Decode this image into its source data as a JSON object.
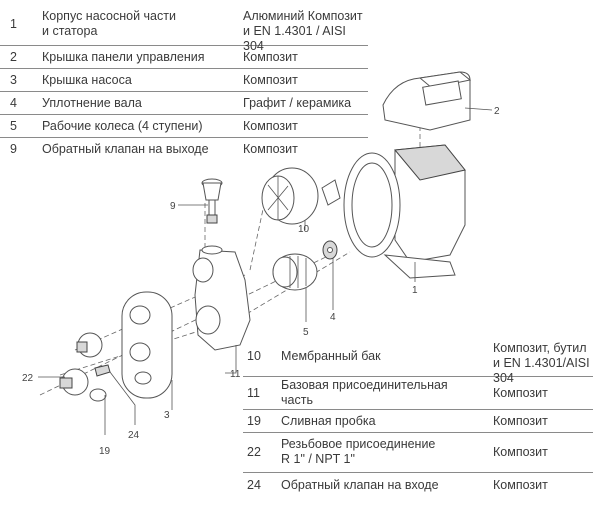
{
  "top_table": {
    "rows": [
      {
        "num": "1",
        "name_lines": [
          "Корпус насосной части",
          "и статора"
        ],
        "material_lines": [
          "Алюминий Композит",
          "и EN 1.4301 / AISI 304"
        ]
      },
      {
        "num": "2",
        "name_lines": [
          "Крышка панели управления"
        ],
        "material_lines": [
          "Композит"
        ]
      },
      {
        "num": "3",
        "name_lines": [
          "Крышка насоса"
        ],
        "material_lines": [
          "Композит"
        ]
      },
      {
        "num": "4",
        "name_lines": [
          "Уплотнение вала"
        ],
        "material_lines": [
          "Графит / керамика"
        ]
      },
      {
        "num": "5",
        "name_lines": [
          "Рабочие колеса (4 ступени)"
        ],
        "material_lines": [
          "Композит"
        ]
      },
      {
        "num": "9",
        "name_lines": [
          "Обратный клапан на выходе"
        ],
        "material_lines": [
          "Композит"
        ]
      }
    ]
  },
  "bottom_table": {
    "rows": [
      {
        "num": "10",
        "name_lines": [
          "Мембранный бак"
        ],
        "material_lines": [
          "Композит, бутил",
          "и EN 1.4301/AISI 304"
        ]
      },
      {
        "num": "11",
        "name_lines": [
          "Базовая присоединительная",
          "часть"
        ],
        "material_lines": [
          "Композит"
        ]
      },
      {
        "num": "19",
        "name_lines": [
          "Сливная пробка"
        ],
        "material_lines": [
          "Композит"
        ]
      },
      {
        "num": "22",
        "name_lines": [
          "Резьбовое присоединение",
          "R 1\" / NPT 1\""
        ],
        "material_lines": [
          "Композит"
        ]
      },
      {
        "num": "24",
        "name_lines": [
          "Обратный клапан на входе"
        ],
        "material_lines": [
          "Композит"
        ]
      }
    ]
  },
  "diagram": {
    "callouts": {
      "c1": "1",
      "c2": "2",
      "c3": "3",
      "c4": "4",
      "c5": "5",
      "c9": "9",
      "c10": "10",
      "c11": "11",
      "c19": "19",
      "c22": "22",
      "c24": "24"
    }
  }
}
